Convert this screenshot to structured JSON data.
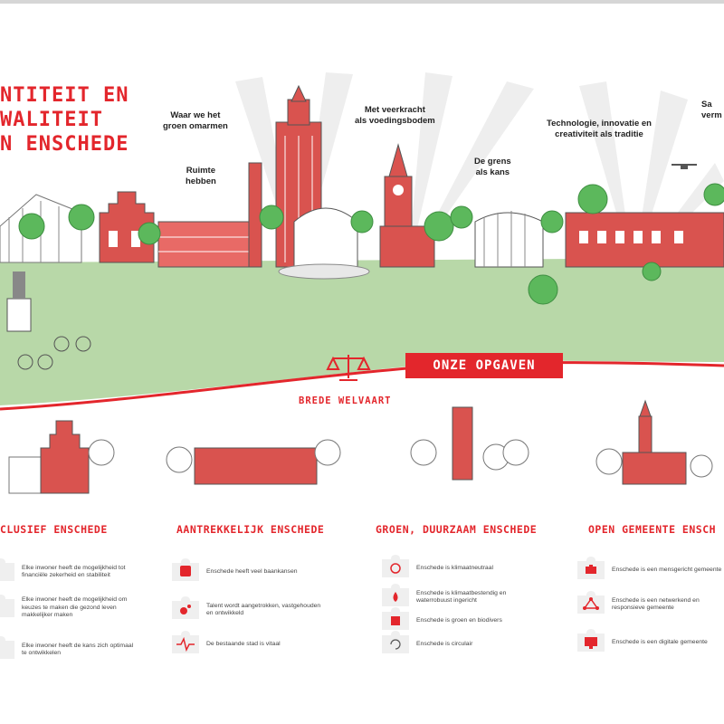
{
  "title": {
    "line1": "NTITEIT EN",
    "line2": "WALITEIT",
    "line3": "N ENSCHEDE"
  },
  "captions": {
    "groen": "Waar we het\ngroen omarmen",
    "ruimte": "Ruimte\nhebben",
    "veerkracht": "Met veerkracht\nals voedingsbodem",
    "grens": "De grens\nals kans",
    "technologie": "Technologie, innovatie en\ncreativiteit als traditie",
    "sa": "Sa\nverm"
  },
  "banner": "ONZE OPGAVEN",
  "brede_welvaart": "BREDE WELVAART",
  "columns": [
    {
      "title": "CLUSIEF ENSCHEDE",
      "items": [
        {
          "icon": "coin-icon",
          "text": "Elke inwoner heeft de mogelijkheid tot financiële zekerheid en stabiliteit"
        },
        {
          "icon": "health-icon",
          "text": "Elke inwoner heeft de mogelijkheid om keuzes te maken die gezond leven makkelijker maken"
        },
        {
          "icon": "growth-icon",
          "text": "Elke inwoner heeft de kans zich optimaal te ontwikkelen"
        }
      ]
    },
    {
      "title": "AANTREKKELIJK ENSCHEDE",
      "items": [
        {
          "icon": "train-icon",
          "text": "Enschede heeft veel baankansen"
        },
        {
          "icon": "talent-icon",
          "text": "Talent wordt aangetrokken, vastgehouden en ontwikkeld"
        },
        {
          "icon": "pulse-icon",
          "text": "De bestaande stad is vitaal"
        }
      ]
    },
    {
      "title": "GROEN, DUURZAAM ENSCHEDE",
      "items": [
        {
          "icon": "climate-icon",
          "text": "Enschede is klimaatneutraal"
        },
        {
          "icon": "water-drop-icon",
          "text": "Enschede is klimaatbestendig en waterrobuust ingericht"
        },
        {
          "icon": "biodiversity-icon",
          "text": "Enschede is groen en biodivers"
        },
        {
          "icon": "circular-icon",
          "text": "Enschede is circulair"
        }
      ]
    },
    {
      "title": "OPEN GEMEENTE ENSCH",
      "items": [
        {
          "icon": "hands-icon",
          "text": "Enschede is een mensgericht gemeente"
        },
        {
          "icon": "network-icon",
          "text": "Enschede is een netwerkend en responsieve gemeente"
        },
        {
          "icon": "screen-icon",
          "text": "Enschede is een digitale gemeente"
        }
      ]
    }
  ],
  "colors": {
    "red": "#e3262c",
    "brick": "#d9534f",
    "grass": "#b8d8a8",
    "tree": "#5cb85c"
  }
}
